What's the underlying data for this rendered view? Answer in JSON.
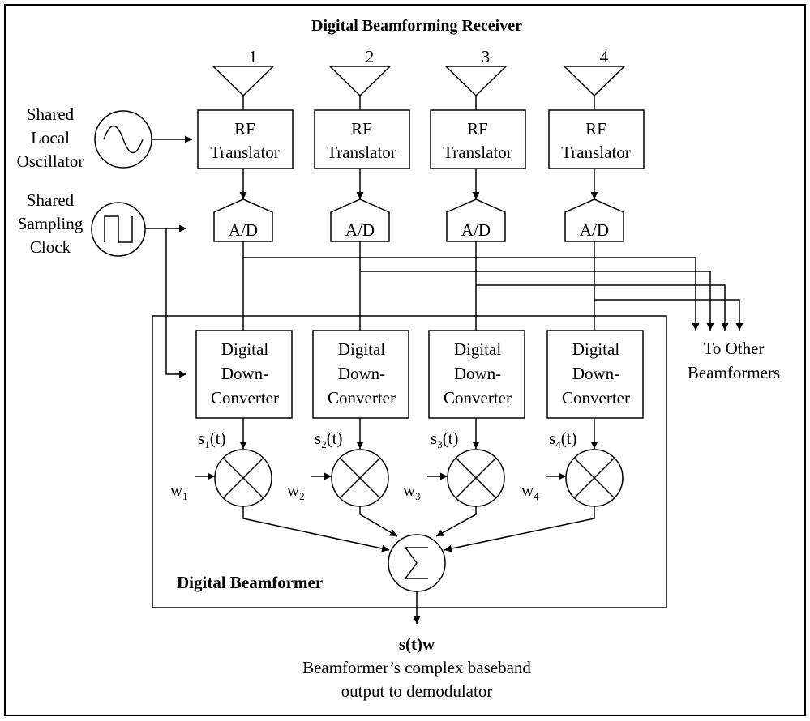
{
  "title": "Digital Beamforming Receiver",
  "antennas": [
    "1",
    "2",
    "3",
    "4"
  ],
  "oscillator": {
    "lines": [
      "Shared",
      "Local",
      "Oscillator"
    ]
  },
  "clock": {
    "lines": [
      "Shared",
      "Sampling",
      "Clock"
    ]
  },
  "rf_translator": {
    "line1": "RF",
    "line2": "Translator"
  },
  "adc_label": "A/D",
  "ddc": {
    "line1": "Digital",
    "line2": "Down-",
    "line3": "Converter"
  },
  "signals": [
    {
      "base": "s",
      "sub": "1",
      "tail": "(t)"
    },
    {
      "base": "s",
      "sub": "2",
      "tail": "(t)"
    },
    {
      "base": "s",
      "sub": "3",
      "tail": "(t)"
    },
    {
      "base": "s",
      "sub": "4",
      "tail": "(t)"
    }
  ],
  "weights": [
    {
      "base": "w",
      "sub": "1"
    },
    {
      "base": "w",
      "sub": "2"
    },
    {
      "base": "w",
      "sub": "3"
    },
    {
      "base": "w",
      "sub": "4"
    }
  ],
  "other_beamformers": [
    "To Other",
    "Beamformers"
  ],
  "beamformer_label": "Digital Beamformer",
  "summer_symbol": "∑",
  "output": {
    "signal": "s(t)w",
    "line1": "Beamformer’s complex baseband",
    "line2": "output  to demodulator"
  },
  "colors": {
    "line": "#000000",
    "background": "#ffffff"
  }
}
